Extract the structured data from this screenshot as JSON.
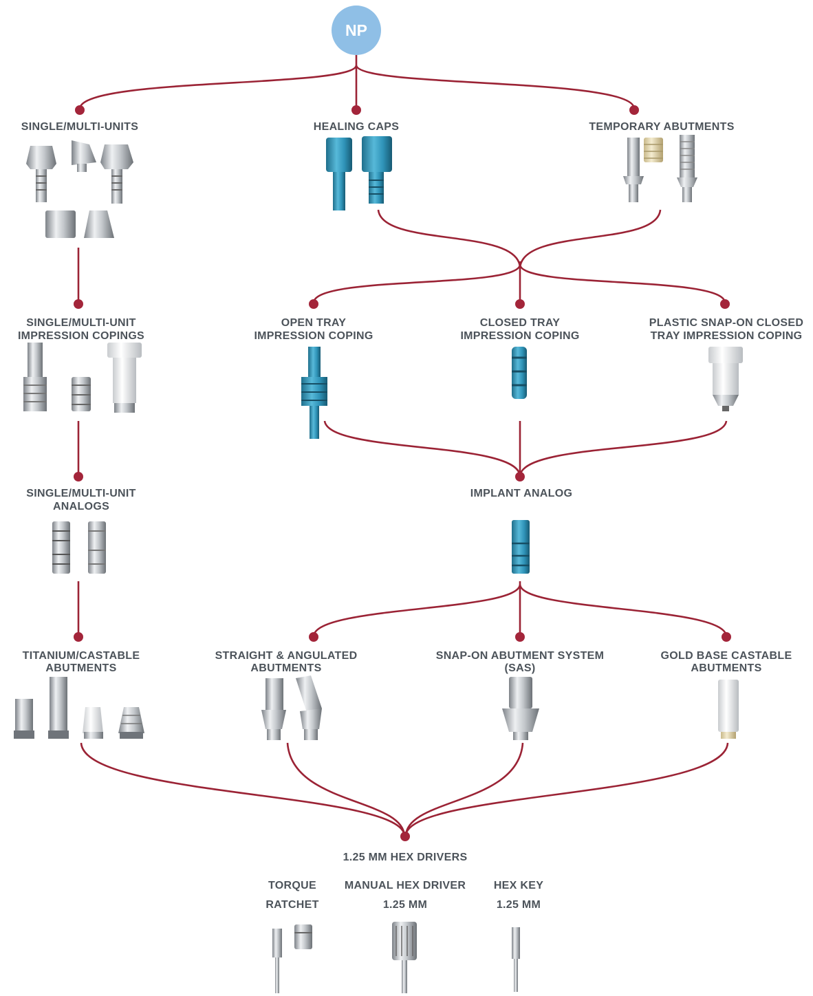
{
  "root": {
    "label": "NP",
    "color": "#8fbfe6"
  },
  "colors": {
    "connector": "#9b2335",
    "label": "#4c535a"
  },
  "labels": {
    "single_multi_units": "SINGLE/MULTI-UNITS",
    "healing_caps": "HEALING CAPS",
    "temporary_abutments": "TEMPORARY ABUTMENTS",
    "impression_copings": [
      "SINGLE/MULTI-UNIT",
      "IMPRESSION COPINGS"
    ],
    "open_tray": [
      "OPEN TRAY",
      "IMPRESSION COPING"
    ],
    "closed_tray": [
      "CLOSED TRAY",
      "IMPRESSION COPING"
    ],
    "plastic_snap": [
      "PLASTIC SNAP-ON CLOSED",
      "TRAY IMPRESSION COPING"
    ],
    "analogs": [
      "SINGLE/MULTI-UNIT",
      "ANALOGS"
    ],
    "implant_analog": "IMPLANT ANALOG",
    "titanium_castable": [
      "TITANIUM/CASTABLE",
      "ABUTMENTS"
    ],
    "straight_angulated": [
      "STRAIGHT & ANGULATED",
      "ABUTMENTS"
    ],
    "sas": [
      "SNAP-ON ABUTMENT SYSTEM",
      "(SAS)"
    ],
    "gold_base": [
      "GOLD BASE CASTABLE",
      "ABUTMENTS"
    ],
    "hex_drivers": "1.25 MM HEX DRIVERS",
    "torque_ratchet": [
      "TORQUE",
      "RATCHET"
    ],
    "manual_hex_driver": [
      "MANUAL HEX DRIVER",
      "1.25 MM"
    ],
    "hex_key": [
      "HEX KEY",
      "1.25 MM"
    ]
  }
}
